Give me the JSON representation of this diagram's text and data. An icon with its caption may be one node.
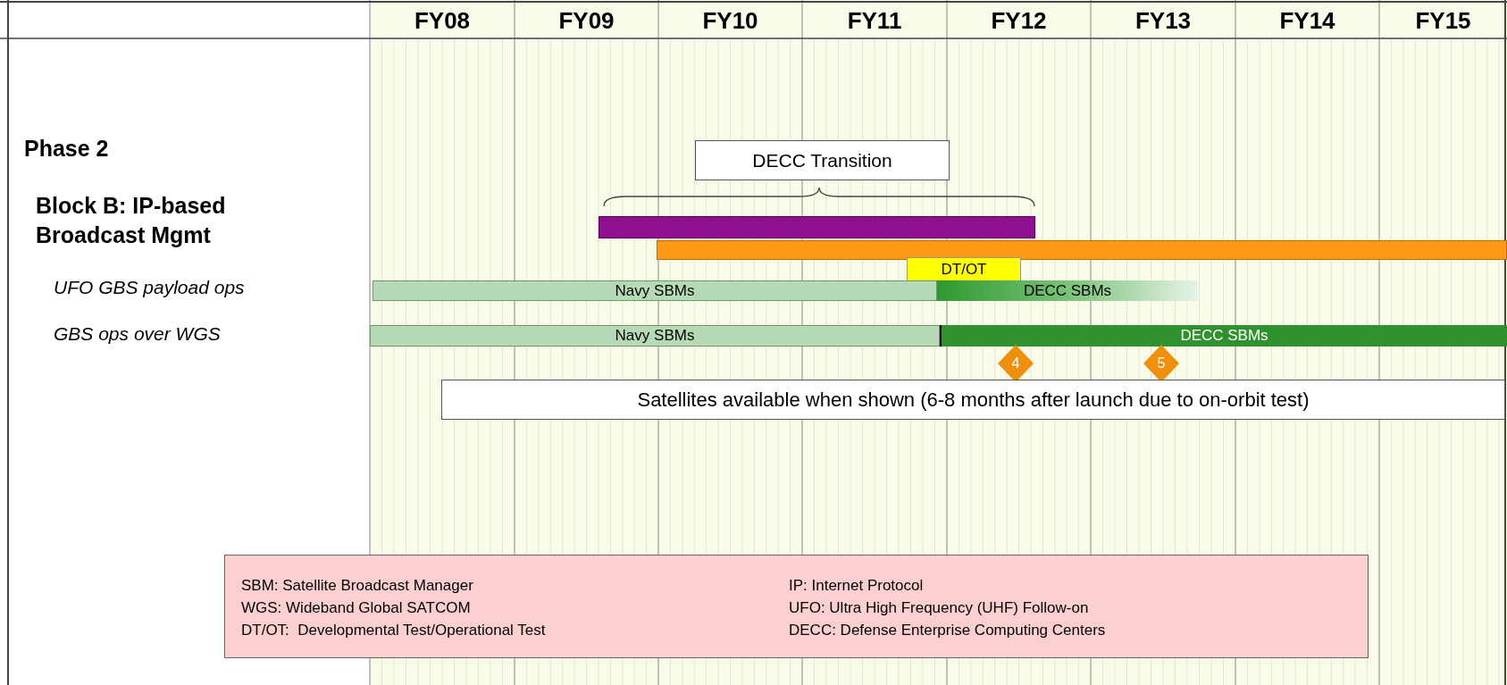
{
  "diagram": {
    "nodes": [
      {
        "text": [
          "DECC Transition"
        ]
      },
      {
        "text": [],
        "shape": "bar"
      },
      {
        "text": [],
        "shape": "bar"
      },
      {
        "text": [
          "DT/OT"
        ]
      },
      {
        "text": [
          "Navy SBMs"
        ]
      },
      {
        "text": [
          "DECC SBMs"
        ]
      },
      {
        "text": [
          "Navy SBMs"
        ]
      },
      {
        "text": [
          "DECC SBMs"
        ]
      },
      {
        "text": [
          "4"
        ]
      },
      {
        "text": [
          "5"
        ]
      },
      {
        "text": [
          "Satellites available when shown (6-8 months after launch due to on-orbit test)"
        ]
      },
      {
        "text": [
          "SBM: Satellite Broadcast Manager",
          "IP: Internet Protocol",
          "WGS: Wideband Global SATCOM",
          "UFO: Ultra High Frequency (UHF) Follow-on",
          "DT/OT:  Developmental Test/Operational Test",
          "DECC: Defense Enterprise Computing Centers"
        ]
      }
    ],
    "labels": [
      "FY08",
      "FY09",
      "FY10",
      "FY11",
      "FY12",
      "FY13",
      "FY14",
      "FY15",
      "Phase 2",
      "Block B: IP-based Broadcast Mgmt",
      "UFO GBS payload ops",
      "GBS ops over WGS"
    ]
  }
}
